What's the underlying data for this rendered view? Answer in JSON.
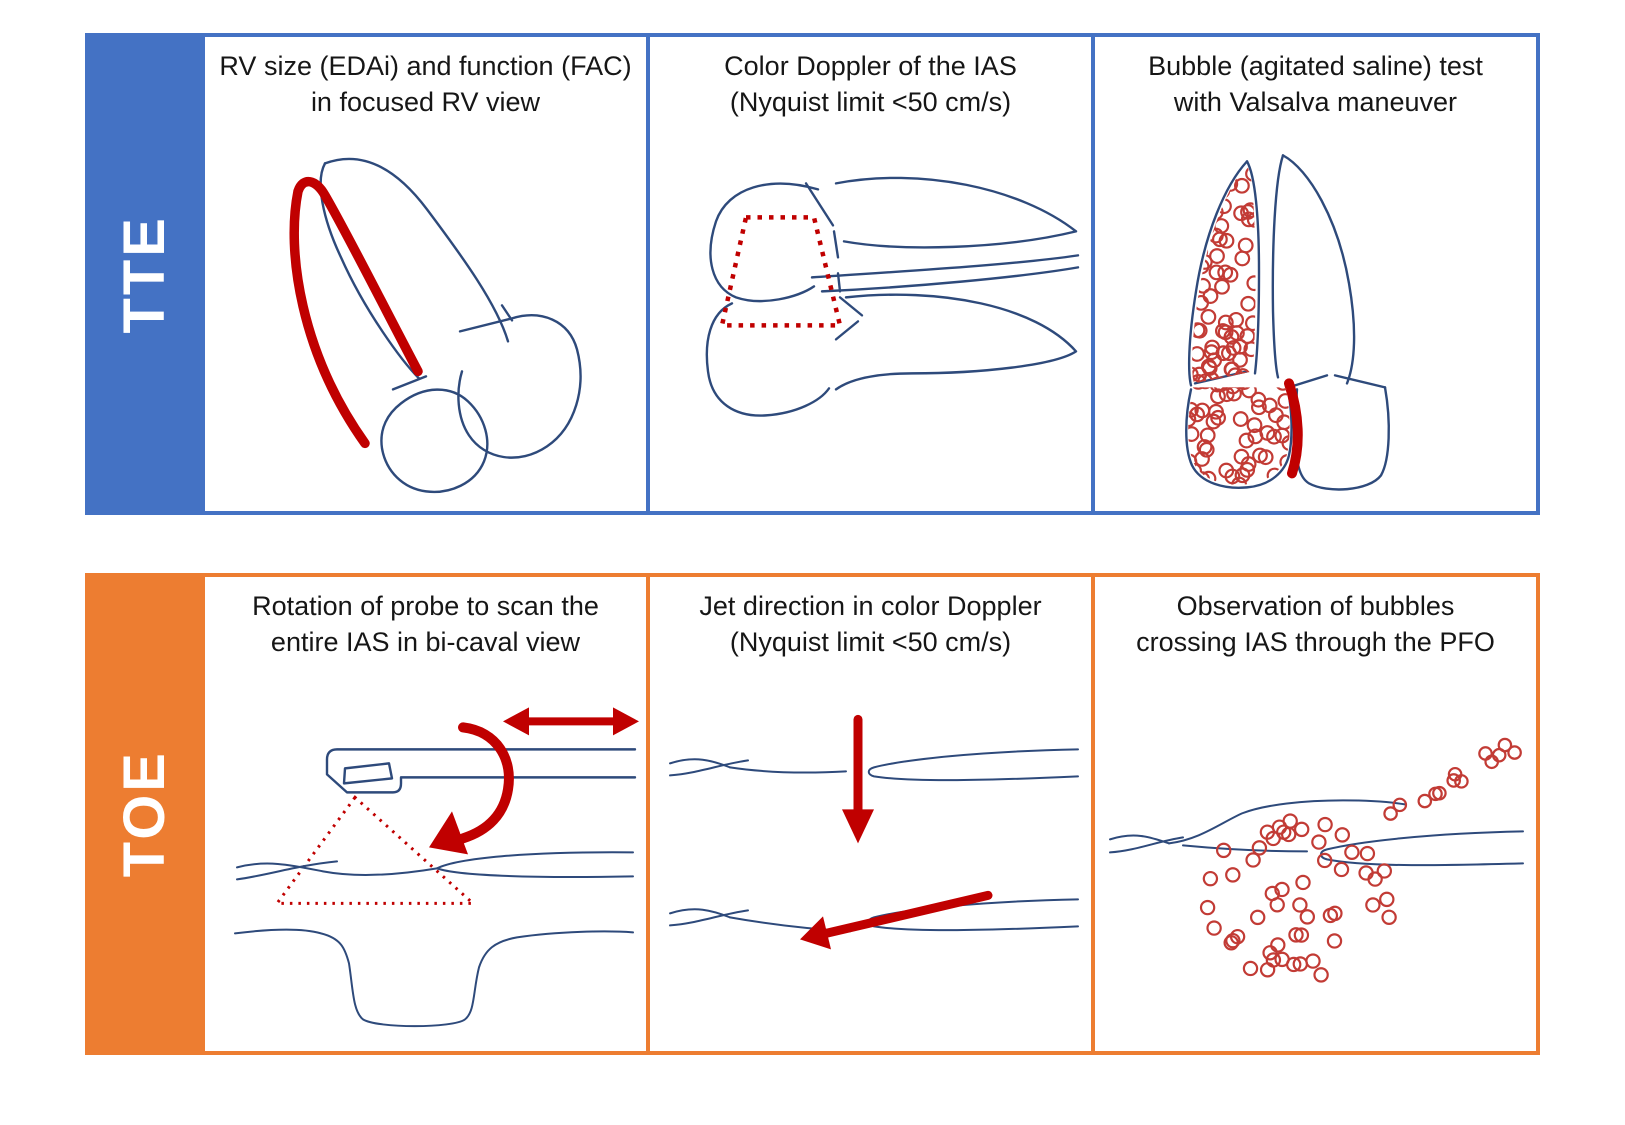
{
  "figure": {
    "colors": {
      "outline_navy": "#2E4A7B",
      "marker_red": "#C00000",
      "bubble_red": "#C23B35"
    },
    "rows": [
      {
        "id": "tte",
        "label": "TTE",
        "accent_color": "#4472C4",
        "panels": [
          {
            "title_line1": "RV size (EDAi) and function (FAC)",
            "title_line2": "in focused RV view"
          },
          {
            "title_line1": "Color Doppler of the IAS",
            "title_line2": "(Nyquist limit <50 cm/s)"
          },
          {
            "title_line1": "Bubble (agitated saline) test",
            "title_line2": "with Valsalva maneuver"
          }
        ]
      },
      {
        "id": "toe",
        "label": "TOE",
        "accent_color": "#ED7D31",
        "panels": [
          {
            "title_line1": "Rotation of probe to scan the",
            "title_line2": "entire IAS in bi-caval view"
          },
          {
            "title_line1": "Jet direction in color Doppler",
            "title_line2": "(Nyquist limit <50 cm/s)"
          },
          {
            "title_line1": "Observation of bubbles",
            "title_line2": "crossing IAS through the PFO"
          }
        ]
      }
    ]
  }
}
